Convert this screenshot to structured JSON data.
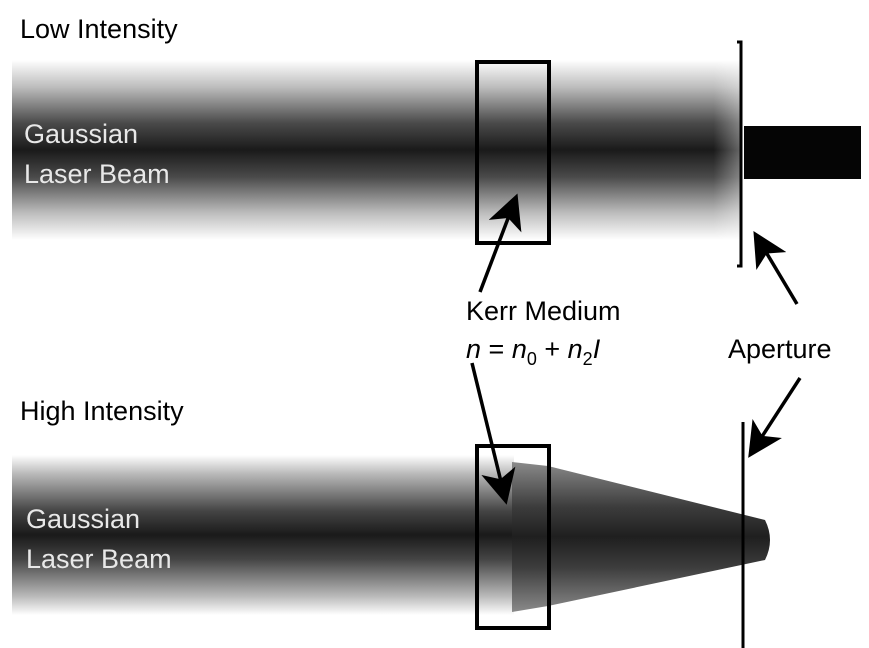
{
  "panels": {
    "low": {
      "heading": "Low Intensity",
      "beam_label_line1": "Gaussian",
      "beam_label_line2": "Laser Beam"
    },
    "high": {
      "heading": "High Intensity",
      "beam_label_line1": "Gaussian",
      "beam_label_line2": "Laser Beam"
    }
  },
  "kerr_medium": {
    "label": "Kerr Medium",
    "equation": {
      "n": "n",
      "eq": " = ",
      "n0_base": "n",
      "n0_sub": "0",
      "plus": " + ",
      "n2_base": "n",
      "n2_sub": "2",
      "intensity": "I"
    }
  },
  "aperture": {
    "label": "Aperture"
  },
  "colors": {
    "beam_core": "#1a1a1a",
    "beam_edge": "#ffffff",
    "label_on_beam": "#e8e8e8",
    "ink": "#000000"
  }
}
